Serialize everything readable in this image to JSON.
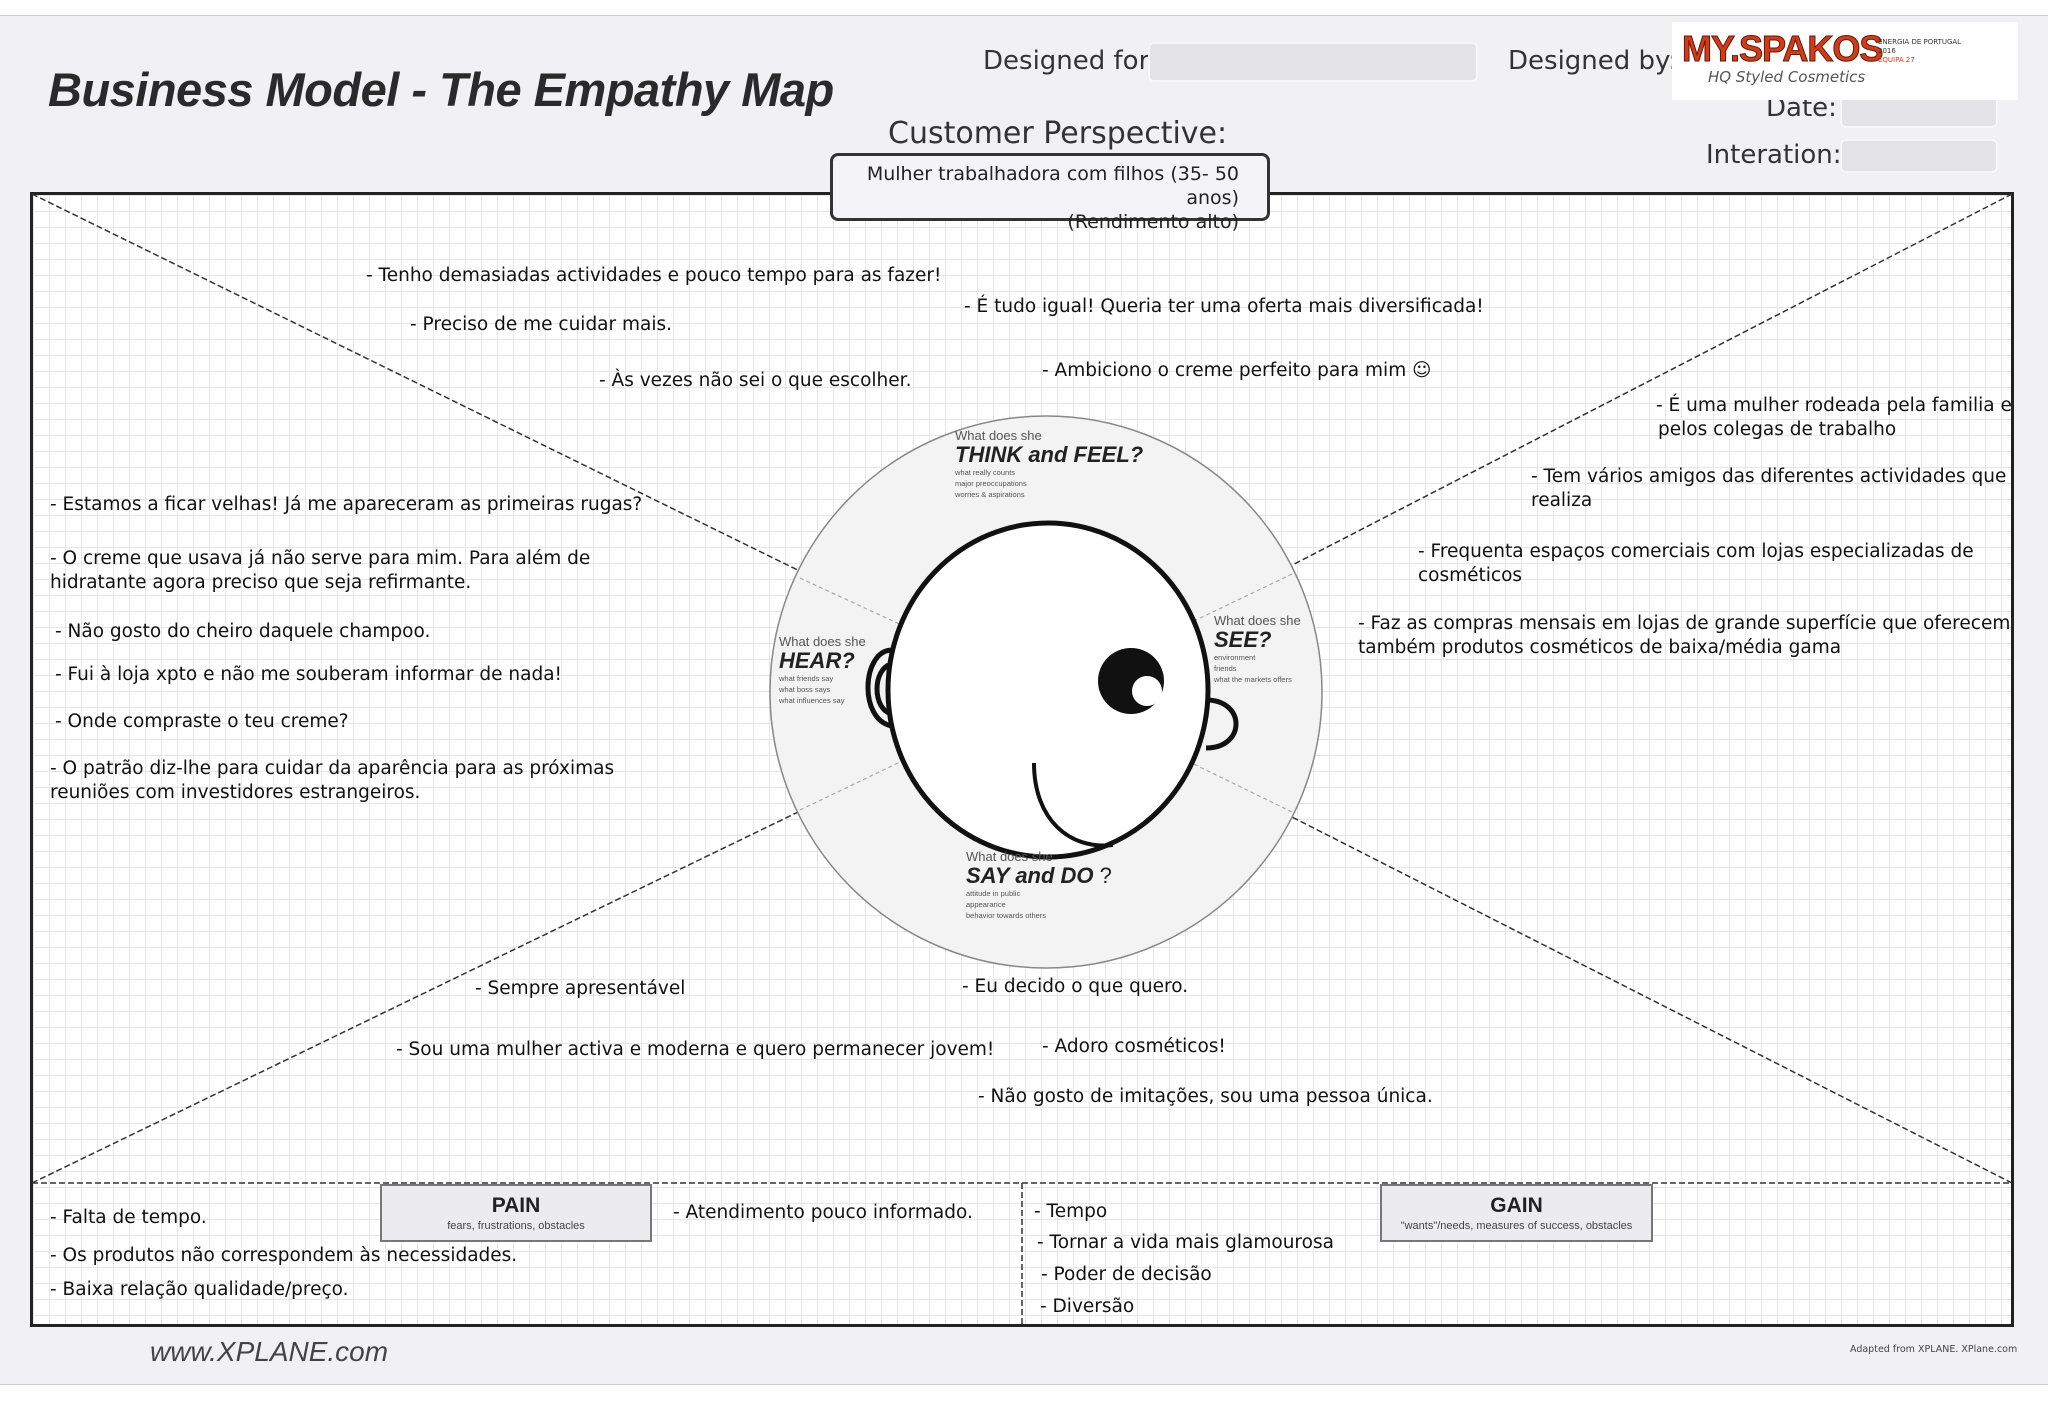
{
  "header": {
    "title": "Business Model - The Empathy Map",
    "designed_for_label": "Designed for:",
    "designed_for_value": "",
    "designed_by_label": "Designed by:",
    "date_label": "Date:",
    "date_value": "",
    "iteration_label": "Interation:",
    "iteration_value": "",
    "customer_perspective_label": "Customer Perspective:",
    "persona_line1": "Mulher trabalhadora com filhos (35- 50 anos)",
    "persona_line2": "(Rendimento alto)"
  },
  "logo": {
    "brand": "MY.SPAKOS",
    "tagline": "HQ Styled Cosmetics",
    "note1": "ENERGIA DE PORTUGAL",
    "note2": "2016",
    "note3": "EQUIPA 27",
    "brand_color": "#d63a14"
  },
  "quadrants": {
    "think": {
      "prefix": "What does she",
      "title": "THINK and FEEL?",
      "hints": [
        "what really counts",
        "major preoccupations",
        "worries & aspirations"
      ]
    },
    "hear": {
      "prefix": "What does she",
      "title": "HEAR?",
      "hints": [
        "what friends say",
        "what boss says",
        "what influences say"
      ]
    },
    "see": {
      "prefix": "What does she",
      "title": "SEE?",
      "hints": [
        "environment",
        "friends",
        "what the markets offers"
      ]
    },
    "say": {
      "prefix": "What does she",
      "title": "SAY and DO",
      "suffix": "?",
      "hints": [
        "attitude in public",
        "appearance",
        "behavior towards others"
      ]
    }
  },
  "notes": {
    "think": [
      "- Tenho demasiadas actividades e pouco tempo para as fazer!",
      "- Preciso de me cuidar mais.",
      "- Às vezes não sei o que escolher.",
      "- É tudo igual! Queria ter uma oferta mais diversificada!",
      "- Ambiciono o creme perfeito para mim ☺"
    ],
    "see": [
      "- É uma mulher rodeada pela familia e",
      "pelos colegas de trabalho",
      "- Tem vários amigos das diferentes actividades que",
      "realiza",
      "- Frequenta espaços comerciais com lojas especializadas de",
      "cosméticos",
      "- Faz as compras mensais em lojas de grande superfície que oferecem",
      "também produtos cosméticos de baixa/média gama"
    ],
    "hear": [
      "- Estamos a ficar velhas! Já me apareceram as primeiras rugas?",
      "- O creme que usava já não serve para mim. Para além de",
      "hidratante agora preciso que seja refirmante.",
      "- Não gosto do cheiro daquele champoo.",
      "- Fui à loja xpto e não me souberam informar de nada!",
      "- Onde compraste o teu creme?",
      "- O patrão diz-lhe para cuidar da aparência para as próximas",
      "reuniões com investidores estrangeiros."
    ],
    "say": [
      "- Sempre apresentável",
      "- Sou uma mulher activa e moderna e quero permanecer jovem!",
      "- Eu decido o que quero.",
      "- Adoro cosméticos!",
      "- Não gosto de imitações, sou uma  pessoa única."
    ]
  },
  "pain": {
    "title": "PAIN",
    "subtitle": "fears, frustrations, obstacles",
    "items": [
      "- Falta de tempo.",
      "- Os produtos não correspondem às necessidades.",
      "- Baixa relação qualidade/preço.",
      "- Atendimento pouco informado."
    ]
  },
  "gain": {
    "title": "GAIN",
    "subtitle": "\"wants\"/needs, measures of success, obstacles",
    "items": [
      "- Tempo",
      "- Tornar a vida mais glamourosa",
      "- Poder de decisão",
      "- Diversão"
    ]
  },
  "footer": {
    "url": "www.XPLANE.com",
    "credit": "Adapted from XPLANE. XPlane.com"
  }
}
